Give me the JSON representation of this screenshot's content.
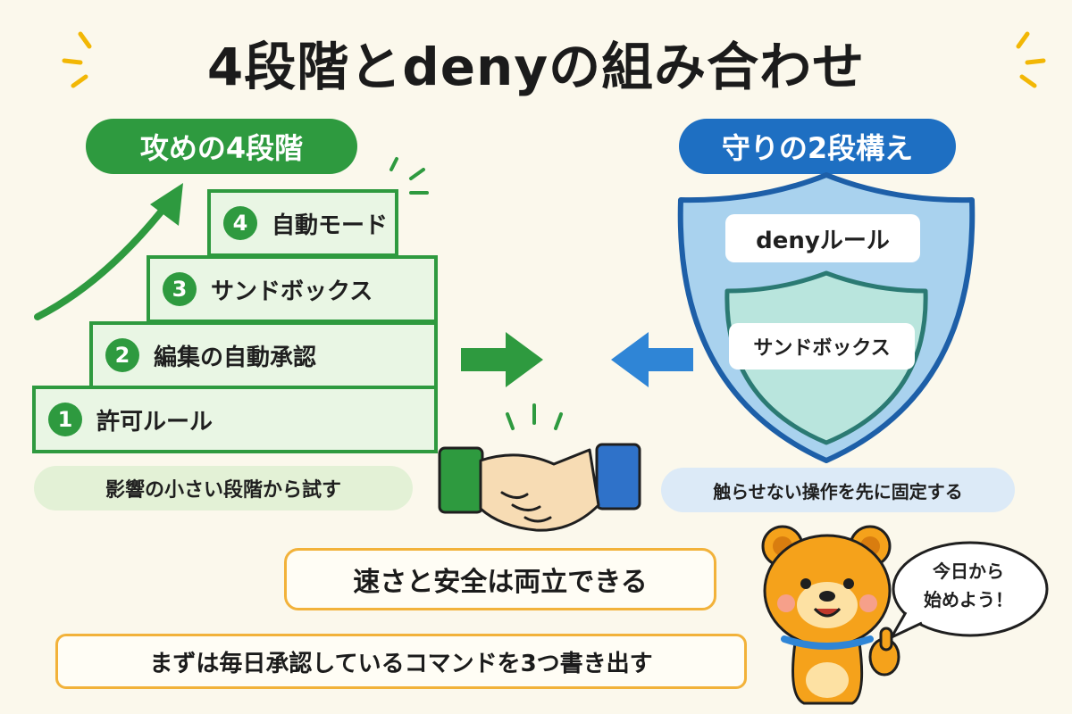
{
  "title": "4段階とdenyの組み合わせ",
  "attack": {
    "heading": "攻めの4段階",
    "steps": [
      {
        "num": "1",
        "label": "許可ルール"
      },
      {
        "num": "2",
        "label": "編集の自動承認"
      },
      {
        "num": "3",
        "label": "サンドボックス"
      },
      {
        "num": "4",
        "label": "自動モード"
      }
    ],
    "note": "影響の小さい段階から試す"
  },
  "defense": {
    "heading": "守りの2段構え",
    "outer_label": "denyルール",
    "inner_label": "サンドボックス",
    "note": "触らせない操作を先に固定する"
  },
  "messages": {
    "balance": "速さと安全は両立できる",
    "action": "まずは毎日承認しているコマンドを3つ書き出す"
  },
  "mascot": {
    "bubble_line1": "今日から",
    "bubble_line2": "始めよう！"
  },
  "colors": {
    "green": "#2e9a3f",
    "blue": "#1e6fc2",
    "orange_border": "#f2b23a",
    "shield_outer": "#a9d2ee",
    "shield_inner": "#b9e5dd",
    "bear": "#f5a21b"
  }
}
